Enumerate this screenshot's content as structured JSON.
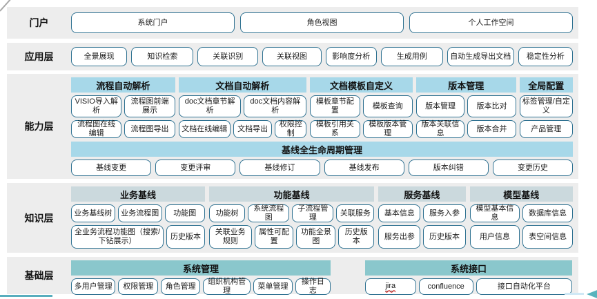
{
  "colors": {
    "row_bg": "#ededed",
    "pill_border": "#2e7191",
    "capability_header_bg": "#a7d8e9",
    "knowledge_header_bg": "#cbd9dd",
    "base_header_bg": "#8ac7cc",
    "accent_teal": "#58b3bd",
    "arrow_tail": "#cfe8f5"
  },
  "layers": {
    "portal": {
      "label": "门户",
      "items": [
        "系统门户",
        "角色视图",
        "个人工作空间"
      ]
    },
    "app": {
      "label": "应用层",
      "items": [
        "全景展现",
        "知识检索",
        "关联识别",
        "关联视图",
        "影响度分析",
        "生成用例",
        "自动生成导出文档",
        "稳定性分析"
      ]
    },
    "capability": {
      "label": "能力层",
      "groups": [
        {
          "title": "流程自动解析",
          "rows": [
            [
              "VISIO导入解析",
              "流程图前端展示"
            ],
            [
              "流程图在线编辑",
              "流程图导出"
            ]
          ]
        },
        {
          "title": "文档自动解析",
          "rows": [
            [
              "doc文档章节解析",
              "doc文档内容解析"
            ],
            [
              "文档在线编辑",
              "文档导出",
              "权限控制"
            ]
          ]
        },
        {
          "title": "文档模板自定义",
          "rows": [
            [
              "模板章节配置",
              "模板查询"
            ],
            [
              "模板引用关系",
              "模板版本管理"
            ]
          ]
        },
        {
          "title": "版本管理",
          "rows": [
            [
              "版本管理",
              "版本比对"
            ],
            [
              "版本关联信息",
              "版本合并"
            ]
          ]
        },
        {
          "title": "全局配置",
          "rows": [
            [
              "标签管理/自定义"
            ],
            [
              "产品管理"
            ]
          ]
        }
      ],
      "baseline": {
        "title": "基线全生命周期管理",
        "items": [
          "基线变更",
          "变更评审",
          "基线修订",
          "基线发布",
          "版本纠错",
          "变更历史"
        ]
      }
    },
    "knowledge": {
      "label": "知识层",
      "groups": [
        {
          "title": "业务基线",
          "rows": [
            [
              "业务基线树",
              "业务流程图",
              "功能图"
            ],
            [
              "全业务流程功能图（搜索/下钻展示）",
              "历史版本"
            ]
          ]
        },
        {
          "title": "功能基线",
          "rows": [
            [
              "功能树",
              "系统流程图",
              "子流程管理",
              "关联服务"
            ],
            [
              "关联业务规则",
              "属性可配置",
              "功能全景图",
              "历史版本"
            ]
          ]
        },
        {
          "title": "服务基线",
          "rows": [
            [
              "基本信息",
              "服务入参"
            ],
            [
              "服务出参",
              "历史版本"
            ]
          ]
        },
        {
          "title": "模型基线",
          "rows": [
            [
              "模型基本信息",
              "数据库信息"
            ],
            [
              "用户信息",
              "表空间信息"
            ]
          ]
        }
      ]
    },
    "base": {
      "label": "基础层",
      "groups": [
        {
          "title": "系统管理",
          "rows": [
            [
              "多用户管理",
              "权限管理",
              "角色管理",
              "组织机构管理",
              "菜单管理",
              "操作日志"
            ]
          ]
        },
        {
          "title": "系统接口",
          "rows": [
            [
              "jira",
              "confluence",
              "接口自动化平台"
            ]
          ]
        }
      ]
    }
  }
}
